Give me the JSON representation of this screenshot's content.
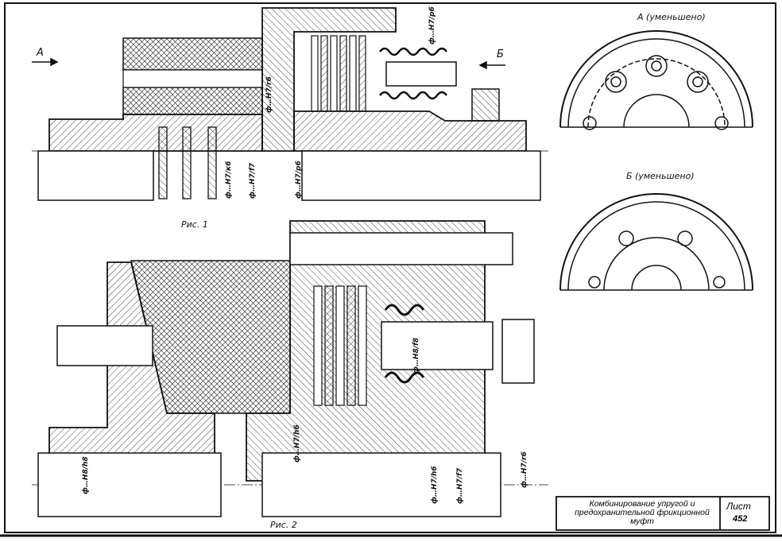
{
  "labels": {
    "fig1": "Рис. 1",
    "fig2": "Рис. 2",
    "arrow_a": "А",
    "arrow_b": "Б",
    "view_a": "А (уменьшено)",
    "view_b": "Б (уменьшено)"
  },
  "fits": {
    "f1": "ф…Н7/р6",
    "f2": "ф…Н7/r6",
    "f3": "ф…Н7/к6",
    "f4": "ф…Н7/f7",
    "f5": "ф…Н7/р6",
    "f6": "ф…Н8/f8",
    "f7": "ф…Н7/h6",
    "f8": "ф…Н8/h8",
    "f9": "ф…Н7/h6",
    "f10": "ф…Н7/f7",
    "f11": "ф…Н7/r6"
  },
  "title_block": {
    "title": "Комбинирование упругой и предохранительной фрикционной муфт",
    "sheet_label": "Лист",
    "sheet_number": "452"
  },
  "colors": {
    "line": "#111111",
    "paper": "#ffffff"
  }
}
